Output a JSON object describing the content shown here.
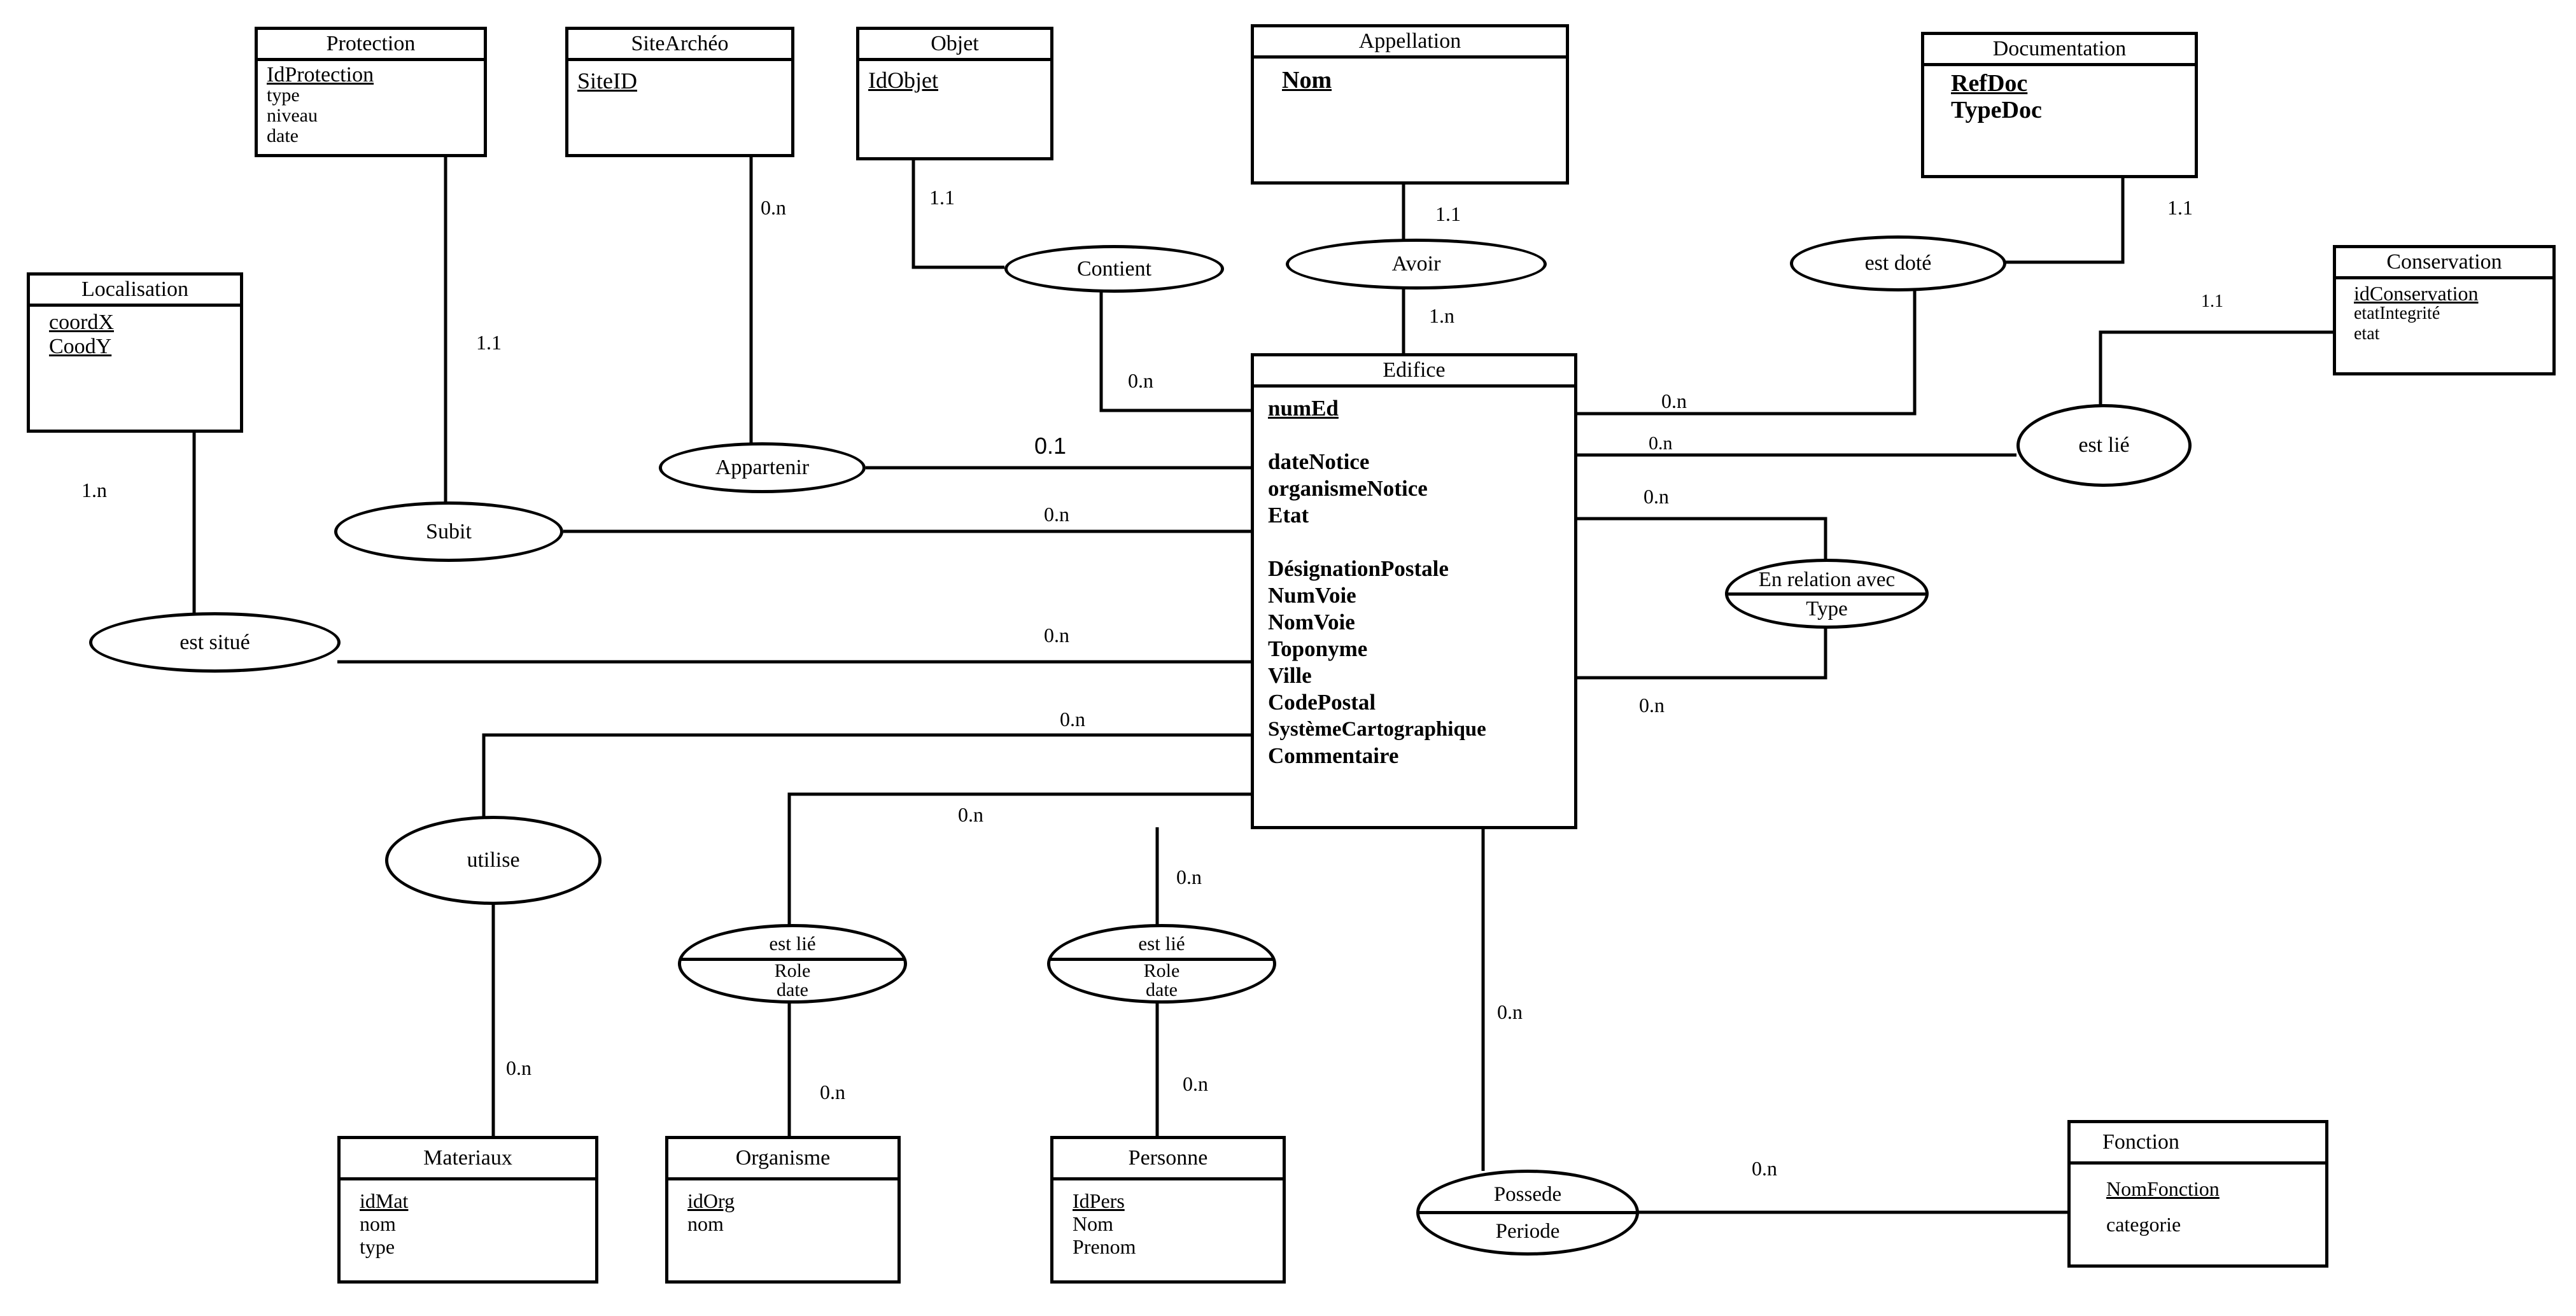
{
  "entities": {
    "protection": {
      "title": "Protection",
      "attrs": [
        "IdProtection",
        "type",
        "niveau",
        "date"
      ]
    },
    "site_archeo": {
      "title": "SiteArchéo",
      "attrs": [
        "SiteID"
      ]
    },
    "objet": {
      "title": "Objet",
      "attrs": [
        "IdObjet"
      ]
    },
    "appellation": {
      "title": "Appellation",
      "attrs": [
        "Nom"
      ]
    },
    "documentation": {
      "title": "Documentation",
      "attrs": [
        "RefDoc",
        "TypeDoc"
      ]
    },
    "conservation": {
      "title": "Conservation",
      "attrs": [
        "idConservation",
        "etatIntegrité",
        "etat"
      ]
    },
    "localisation": {
      "title": "Localisation",
      "attrs": [
        "coordX",
        "CoodY"
      ]
    },
    "edifice": {
      "title": "Edifice",
      "attrs": [
        "numEd",
        "dateNotice",
        "organismeNotice",
        "Etat",
        "DésignationPostale",
        "NumVoie",
        "NomVoie",
        "Toponyme",
        "Ville",
        "CodePostal",
        "SystèmeCartographique",
        "Commentaire"
      ]
    },
    "materiaux": {
      "title": "Materiaux",
      "attrs": [
        "idMat",
        "nom",
        "type"
      ]
    },
    "organisme": {
      "title": "Organisme",
      "attrs": [
        "idOrg",
        "nom"
      ]
    },
    "personne": {
      "title": "Personne",
      "attrs": [
        "IdPers",
        "Nom",
        "Prenom"
      ]
    },
    "fonction": {
      "title": "Fonction",
      "attrs": [
        "NomFonction",
        "categorie"
      ]
    }
  },
  "relations": {
    "contient": {
      "label": "Contient"
    },
    "avoir": {
      "label": "Avoir"
    },
    "est_dote": {
      "label": "est doté"
    },
    "est_lie_conservation": {
      "label": "est lié"
    },
    "appartenir": {
      "label": "Appartenir"
    },
    "subit": {
      "label": "Subit"
    },
    "est_situe": {
      "label": "est situé"
    },
    "en_relation": {
      "label": "En relation avec",
      "attr": "Type"
    },
    "utilise": {
      "label": "utilise"
    },
    "est_lie_organisme": {
      "label": "est lié",
      "attrs": [
        "Role",
        "date"
      ]
    },
    "est_lie_personne": {
      "label": "est lié",
      "attrs": [
        "Role",
        "date"
      ]
    },
    "possede": {
      "label": "Possede",
      "attr": "Periode"
    }
  },
  "cardinalities": {
    "objet_contient": "1.1",
    "contient_edifice": "0.n",
    "appellation_avoir": "1.1",
    "avoir_edifice": "1.n",
    "documentation_estdote": "1.1",
    "estdote_edifice": "0.n",
    "conservation_estlie": "1.1",
    "estlie_edifice": "0.n",
    "site_appartenir": "0.n",
    "appartenir_edifice": "0.1",
    "protection_subit": "1.1",
    "subit_edifice": "0.n",
    "localisation_estsitue": "1.n",
    "estsitue_edifice": "0.n",
    "enrelation_top": "0.n",
    "enrelation_bottom": "0.n",
    "utilise_edifice": "0.n",
    "utilise_materiaux": "0.n",
    "estlie_org_edifice": "0.n",
    "estlie_org_organisme": "0.n",
    "estlie_pers_edifice": "0.n",
    "estlie_pers_personne": "0.n",
    "possede_edifice": "0.n",
    "possede_fonction": "0.n"
  }
}
